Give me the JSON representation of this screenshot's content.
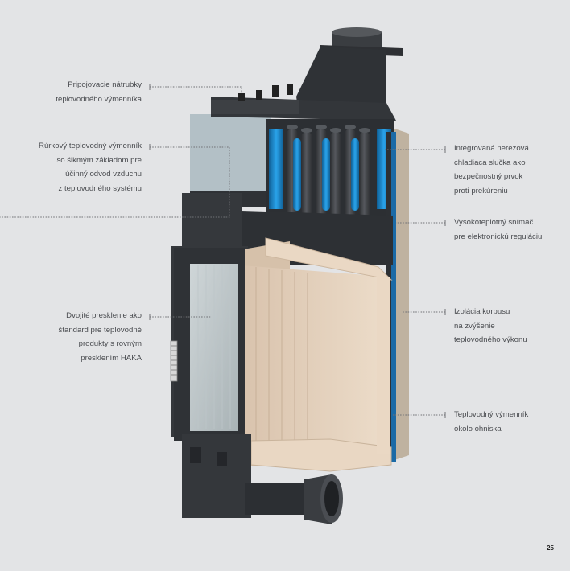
{
  "callouts": [
    {
      "id": "connection-pipes",
      "side": "left",
      "lines": [
        "Pripojovacie nátrubky",
        "teplovodného výmenníka"
      ]
    },
    {
      "id": "tube-exchanger",
      "side": "left",
      "lines": [
        "Rúrkový teplovodný výmenník",
        "so šikmým základom pre",
        "účinný odvod vzduchu",
        "z teplovodného systému"
      ]
    },
    {
      "id": "double-glazing",
      "side": "left",
      "lines": [
        "Dvojité presklenie ako",
        "štandard pre teplovodné",
        "produkty s rovným",
        "presklením HAKA"
      ]
    },
    {
      "id": "cooling-loop",
      "side": "right",
      "lines": [
        "Integrovaná nerezová",
        "chladiaca slučka ako",
        "bezpečnostný prvok",
        "proti prekúreniu"
      ]
    },
    {
      "id": "temperature-sensor",
      "side": "right",
      "lines": [
        "Vysokoteplotný snímač",
        "pre elektronickú reguláciu"
      ]
    },
    {
      "id": "body-insulation",
      "side": "right",
      "lines": [
        "Izolácia korpusu",
        "na zvýšenie",
        "teplovodného výkonu"
      ]
    },
    {
      "id": "firebox-exchanger",
      "side": "right",
      "lines": [
        "Teplovodný výmenník",
        "okolo ohniska"
      ]
    }
  ],
  "page_number": "25",
  "colors": {
    "background": "#e3e4e6",
    "steel": "#3a3d41",
    "water_blue": "#1f8fd4",
    "chamotte": "#e6d2bd",
    "insulation": "#c9bcaa"
  }
}
